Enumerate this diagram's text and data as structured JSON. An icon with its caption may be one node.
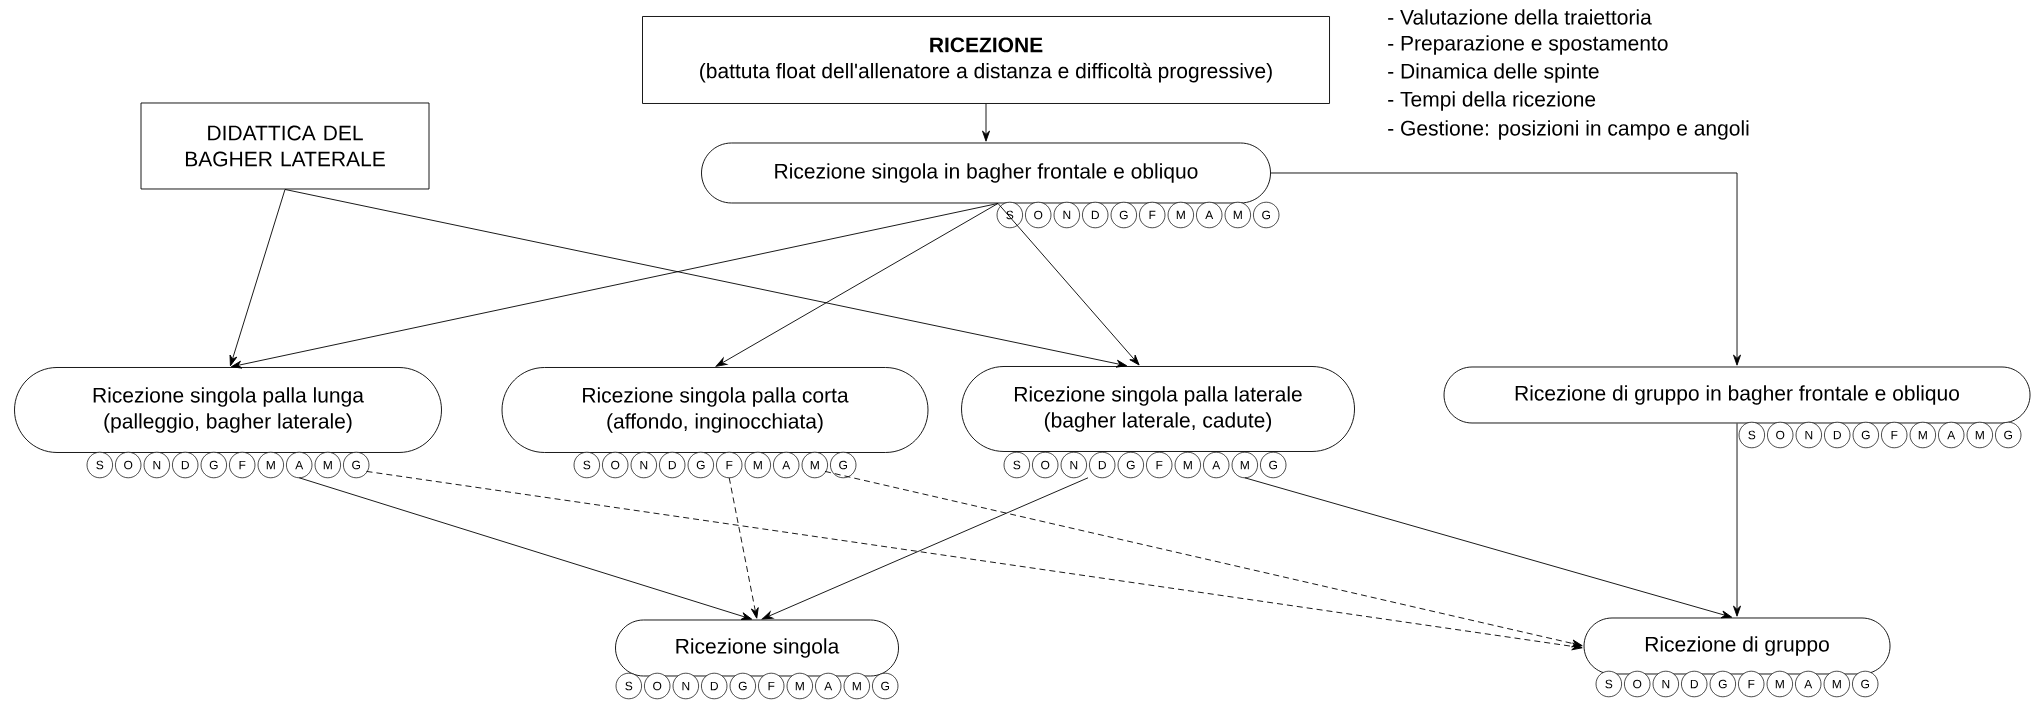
{
  "diagram": {
    "nodes": [
      {
        "text": [
          "RICEZIONE",
          "(battuta float dell'allenatore a distanza e difficoltà progressive)"
        ]
      },
      {
        "text": [
          "DIDATTICA DEL BAGHER LATERALE"
        ]
      },
      {
        "text": [
          "Ricezione singola in bagher frontale e obliquo"
        ],
        "beside": [
          "S",
          "O",
          "N",
          "D",
          "G",
          "F",
          "M",
          "A",
          "M",
          "G"
        ]
      },
      {
        "text": [
          "Ricezione singola palla lunga",
          "(palleggio, bagher laterale)"
        ],
        "beside": [
          "S",
          "O",
          "N",
          "D",
          "G",
          "F",
          "M",
          "A",
          "M",
          "G"
        ]
      },
      {
        "text": [
          "Ricezione singola palla corta",
          "(affondo, inginocchiata)"
        ],
        "beside": [
          "S",
          "O",
          "N",
          "D",
          "G",
          "F",
          "M",
          "A",
          "M",
          "G"
        ]
      },
      {
        "text": [
          "Ricezione singola palla laterale",
          "(bagher laterale, cadute)"
        ],
        "beside": [
          "S",
          "O",
          "N",
          "D",
          "G",
          "F",
          "M",
          "A",
          "M",
          "G"
        ]
      },
      {
        "text": [
          "Ricezione di gruppo in bagher frontale e obliquo"
        ],
        "beside": [
          "S",
          "O",
          "N",
          "D",
          "G",
          "F",
          "M",
          "A",
          "M",
          "G"
        ]
      },
      {
        "text": [
          "Ricezione singola"
        ],
        "beside": [
          "S",
          "O",
          "N",
          "D",
          "G",
          "F",
          "M",
          "A",
          "M",
          "G"
        ]
      },
      {
        "text": [
          "Ricezione di gruppo"
        ],
        "beside": [
          "S",
          "O",
          "N",
          "D",
          "G",
          "F",
          "M",
          "A",
          "M",
          "G"
        ]
      }
    ],
    "edges": [
      {
        "from": 0,
        "to": 2,
        "arrow": "to"
      },
      {
        "from": 1,
        "to": 3,
        "arrow": "to"
      },
      {
        "from": 1,
        "to": 5,
        "arrow": "to"
      },
      {
        "from": 2,
        "to": 3,
        "arrow": "to"
      },
      {
        "from": 2,
        "to": 4,
        "arrow": "to"
      },
      {
        "from": 2,
        "to": 5,
        "arrow": "to"
      },
      {
        "from": 2,
        "to": 6,
        "arrow": "to"
      },
      {
        "from": 3,
        "to": 7,
        "arrow": "to"
      },
      {
        "from": 3,
        "to": 8,
        "arrow": "to",
        "style": "dashed"
      },
      {
        "from": 4,
        "to": 7,
        "arrow": "to",
        "style": "dashed"
      },
      {
        "from": 4,
        "to": 8,
        "arrow": "to",
        "style": "dashed"
      },
      {
        "from": 5,
        "to": 7,
        "arrow": "to"
      },
      {
        "from": 5,
        "to": 8,
        "arrow": "to"
      },
      {
        "from": 6,
        "to": 8,
        "arrow": "to"
      }
    ],
    "labels": [
      "- Valutazione della traiettoria",
      "- Preparazione e spostamento",
      "- Dinamica delle spinte",
      "- Tempi della ricezione",
      "- Gestione: posizioni in campo e angoli"
    ]
  }
}
